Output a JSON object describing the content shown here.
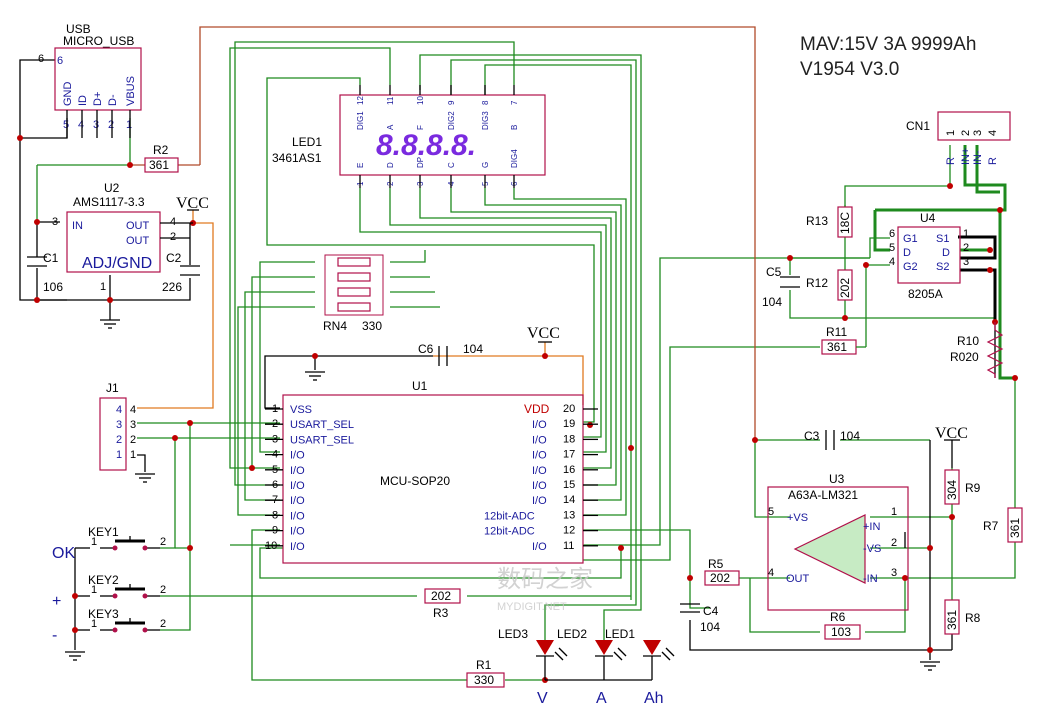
{
  "title": {
    "line1": "MAV:15V 3A 9999Ah",
    "line2": "V1954 V3.0"
  },
  "display": {
    "ref": "LED1",
    "part": "3461AS1",
    "digits": "8.8.8.8.",
    "top_pins": [
      "12",
      "11",
      "10",
      "9",
      "8",
      "7"
    ],
    "top_names": [
      "DIG1",
      "A",
      "F",
      "DIG2",
      "DIG3",
      "B"
    ],
    "bottom_pins": [
      "1",
      "2",
      "3",
      "4",
      "5",
      "6"
    ],
    "bottom_names": [
      "E",
      "D",
      "DP",
      "C",
      "G",
      "DIG4"
    ]
  },
  "usb": {
    "line1": "USB",
    "line2": "MICRO_USB",
    "pins": [
      "GND",
      "ID",
      "D+",
      "D-",
      "VBUS"
    ],
    "pin_numbers": [
      "5",
      "4",
      "3",
      "2",
      "1"
    ],
    "shield_pin": "6"
  },
  "u2": {
    "ref": "U2",
    "part": "AMS1117-3.3",
    "in": "IN",
    "out1": "OUT",
    "out2": "OUT",
    "gnd": "ADJ/GND",
    "pin_in": "3",
    "pin_out1": "4",
    "pin_out2": "2",
    "pin_gnd": "1"
  },
  "u1": {
    "ref": "U1",
    "part": "MCU-SOP20",
    "left": [
      "VSS",
      "USART_SEL",
      "USART_SEL",
      "I/O",
      "I/O",
      "I/O",
      "I/O",
      "I/O",
      "I/O",
      "I/O"
    ],
    "left_num": [
      "1",
      "2",
      "3",
      "4",
      "5",
      "6",
      "7",
      "8",
      "9",
      "10"
    ],
    "right": [
      "VDD",
      "I/O",
      "I/O",
      "I/O",
      "I/O",
      "I/O",
      "I/O",
      "12bit-ADC",
      "12bit-ADC",
      "I/O"
    ],
    "right_num": [
      "20",
      "19",
      "18",
      "17",
      "16",
      "15",
      "14",
      "13",
      "12",
      "11"
    ]
  },
  "u3": {
    "ref": "U3",
    "part": "A63A-LM321",
    "vs_pos": "+VS",
    "in_pos": "+IN",
    "vs_neg": "-VS",
    "in_neg": "-IN",
    "out": "OUT",
    "pin5": "5",
    "pin1": "1",
    "pin2": "2",
    "pin3": "3",
    "pin4": "4"
  },
  "u4": {
    "ref": "U4",
    "part": "8205A",
    "g1": "G1",
    "d1": "D",
    "g2": "G2",
    "s1": "S1",
    "d2": "D",
    "s2": "S2",
    "pin6": "6",
    "pin5": "5",
    "pin4": "4",
    "pin1": "1",
    "pin2": "2",
    "pin3": "3"
  },
  "cn1": {
    "ref": "CN1",
    "pins": [
      "R",
      "IN+",
      "IN-",
      "R"
    ],
    "nums": [
      "1",
      "2",
      "3",
      "4"
    ]
  },
  "j1": {
    "ref": "J1",
    "nums": [
      "4",
      "3",
      "2",
      "1"
    ]
  },
  "rn4": {
    "ref": "RN4",
    "value": "330"
  },
  "parts": {
    "r1": {
      "ref": "R1",
      "value": "330"
    },
    "r2": {
      "ref": "R2",
      "value": "361"
    },
    "r3": {
      "ref": "R3",
      "value": "202"
    },
    "r5": {
      "ref": "R5",
      "value": "202"
    },
    "r6": {
      "ref": "R6",
      "value": "103"
    },
    "r7": {
      "ref": "R7",
      "value": "361"
    },
    "r8": {
      "ref": "R8",
      "value": "361"
    },
    "r9": {
      "ref": "R9",
      "value": "304"
    },
    "r10": {
      "ref": "R10",
      "value": "R020"
    },
    "r11": {
      "ref": "R11",
      "value": "361"
    },
    "r12": {
      "ref": "R12",
      "value": "202"
    },
    "r13": {
      "ref": "R13",
      "value": "18C"
    },
    "c1": {
      "ref": "C1",
      "value": "106"
    },
    "c2": {
      "ref": "C2",
      "value": "226"
    },
    "c3": {
      "ref": "C3",
      "value": "104"
    },
    "c4": {
      "ref": "C4",
      "value": "104"
    },
    "c5": {
      "ref": "C5",
      "value": "104"
    },
    "c6": {
      "ref": "C6",
      "value": "104"
    }
  },
  "vcc": "VCC",
  "keys": [
    {
      "ref": "KEY1",
      "label": "OK",
      "p1": "1",
      "p2": "2"
    },
    {
      "ref": "KEY2",
      "label": "+",
      "p1": "1",
      "p2": "2"
    },
    {
      "ref": "KEY3",
      "label": "-",
      "p1": "1",
      "p2": "2"
    }
  ],
  "leds": [
    {
      "ref": "LED3",
      "label": "V"
    },
    {
      "ref": "LED2",
      "label": "A"
    },
    {
      "ref": "LED1",
      "label": "Ah"
    }
  ],
  "watermark": {
    "main": "数码之家",
    "sub": "MYDIGIT.NET"
  }
}
